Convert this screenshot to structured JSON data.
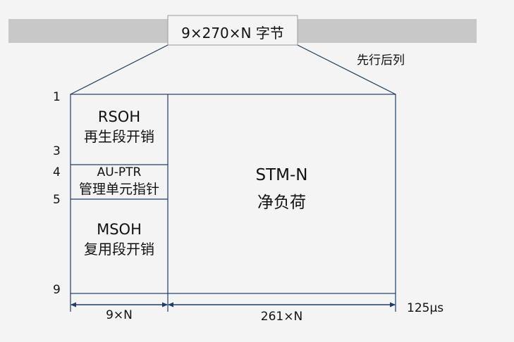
{
  "frame_bar": {
    "label": "9×270×N 字节",
    "color": "#c8c8c8"
  },
  "order_note": "先行后列",
  "row_labels": {
    "r1": "1",
    "r3": "3",
    "r4": "4",
    "r5": "5",
    "r9": "9"
  },
  "rsoh": {
    "line1": "RSOH",
    "line2": "再生段开销"
  },
  "au_ptr": {
    "line1": "AU-PTR",
    "line2": "管理单元指针"
  },
  "msoh": {
    "line1": "MSOH",
    "line2": "复用段开销"
  },
  "payload": {
    "line1": "STM-N",
    "line2": "净负荷"
  },
  "dims": {
    "overhead_width": "9×N",
    "payload_width": "261×N",
    "period": "125μs"
  },
  "colors": {
    "line": "#1f3d66",
    "background": "#f4f4f4",
    "bar_border": "#9a9a9a"
  }
}
